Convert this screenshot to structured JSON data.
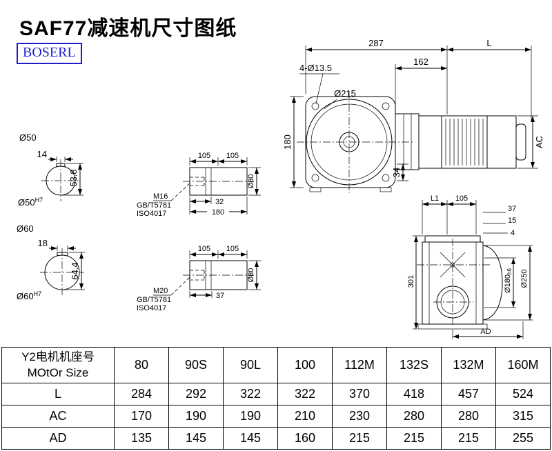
{
  "page": {
    "title": "SAF77减速机尺寸图纸",
    "logo": "BOSERL"
  },
  "main_view": {
    "dim_287": "287",
    "dim_l": "L",
    "dim_162": "162",
    "holes_label": "4-Ø13.5",
    "flange_dia": "Ø215",
    "dim_180": "180",
    "dim_34": "34",
    "dim_ac": "AC"
  },
  "shaft50": {
    "dia_label": "Ø50",
    "keyway": "14",
    "height": "53.8",
    "bore": "Ø50",
    "bore_tol": "H7"
  },
  "shaft60": {
    "dia_label": "Ø60",
    "keyway": "18",
    "height": "64.4",
    "bore": "Ø60",
    "bore_tol": "H7"
  },
  "detail1": {
    "dim_105a": "105",
    "dim_105b": "105",
    "thread": "M16",
    "std1": "GB/T5781",
    "std2": "ISO4017",
    "dim_32": "32",
    "dim_180": "180",
    "dia": "Ø80"
  },
  "detail2": {
    "dim_105a": "105",
    "dim_105b": "105",
    "thread": "M20",
    "std1": "GB/T5781",
    "std2": "ISO4017",
    "dim_37": "37",
    "dia": "Ø80"
  },
  "side_view": {
    "dim_l1": "L1",
    "dim_105": "105",
    "dim_37": "37",
    "dim_15": "15",
    "dim_4": "4",
    "dim_301": "301",
    "spigot_dia": "Ø180",
    "spigot_tol": "h6",
    "flange_dia": "Ø250",
    "dim_ad": "AD"
  },
  "table": {
    "header_line1": "Y2电机机座号",
    "header_line2": "MOtOr Size",
    "sizes": [
      "80",
      "90S",
      "90L",
      "100",
      "112M",
      "132S",
      "132M",
      "160M"
    ],
    "rows": [
      {
        "label": "L",
        "values": [
          "284",
          "292",
          "322",
          "322",
          "370",
          "418",
          "457",
          "524"
        ]
      },
      {
        "label": "AC",
        "values": [
          "170",
          "190",
          "190",
          "210",
          "230",
          "280",
          "280",
          "315"
        ]
      },
      {
        "label": "AD",
        "values": [
          "135",
          "145",
          "145",
          "160",
          "215",
          "215",
          "215",
          "255"
        ]
      }
    ]
  },
  "colors": {
    "logo_blue": "#1b1bd0",
    "line": "#000000"
  }
}
